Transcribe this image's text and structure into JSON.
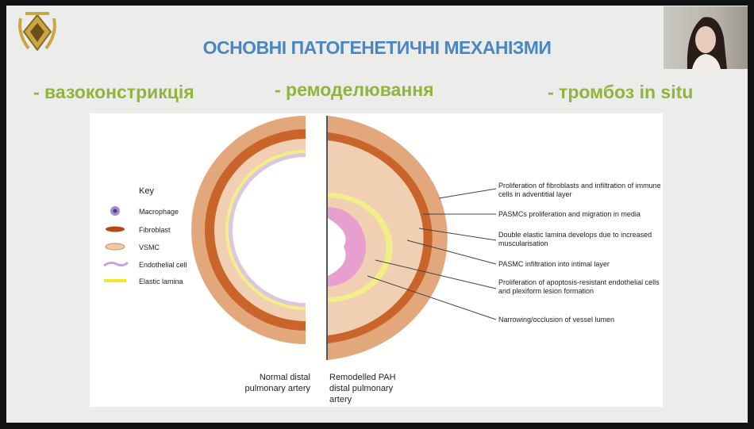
{
  "slide": {
    "title": "ОСНОВНІ ПАТОГЕНЕТИЧНІ МЕХАНІЗМИ",
    "mechanisms": [
      "- вазоконстрикція",
      "- ремоделювання",
      "- тромбоз in situ"
    ]
  },
  "figure": {
    "key_title": "Key",
    "key_items": [
      "Macrophage",
      "Fibroblast",
      "VSMC",
      "Endothelial cell",
      "Elastic lamina"
    ],
    "labels": [
      "Proliferation of fibroblasts and infiltration of immune cells in adventitial layer",
      "PASMCs proliferation and migration in media",
      "Double elastic lamina develops due to increased muscularisation",
      "PASMC infiltration into intimal layer",
      "Proliferation of apoptosis-resistant endothelial cells and plexiform lesion formation",
      "Narrowing/occlusion of vessel lumen"
    ],
    "caption_normal": "Normal distal pulmonary artery",
    "caption_remodelled": "Remodelled PAH distal pulmonary artery"
  },
  "colors": {
    "title": "#4a86c1",
    "mechanism": "#8fb53d"
  }
}
